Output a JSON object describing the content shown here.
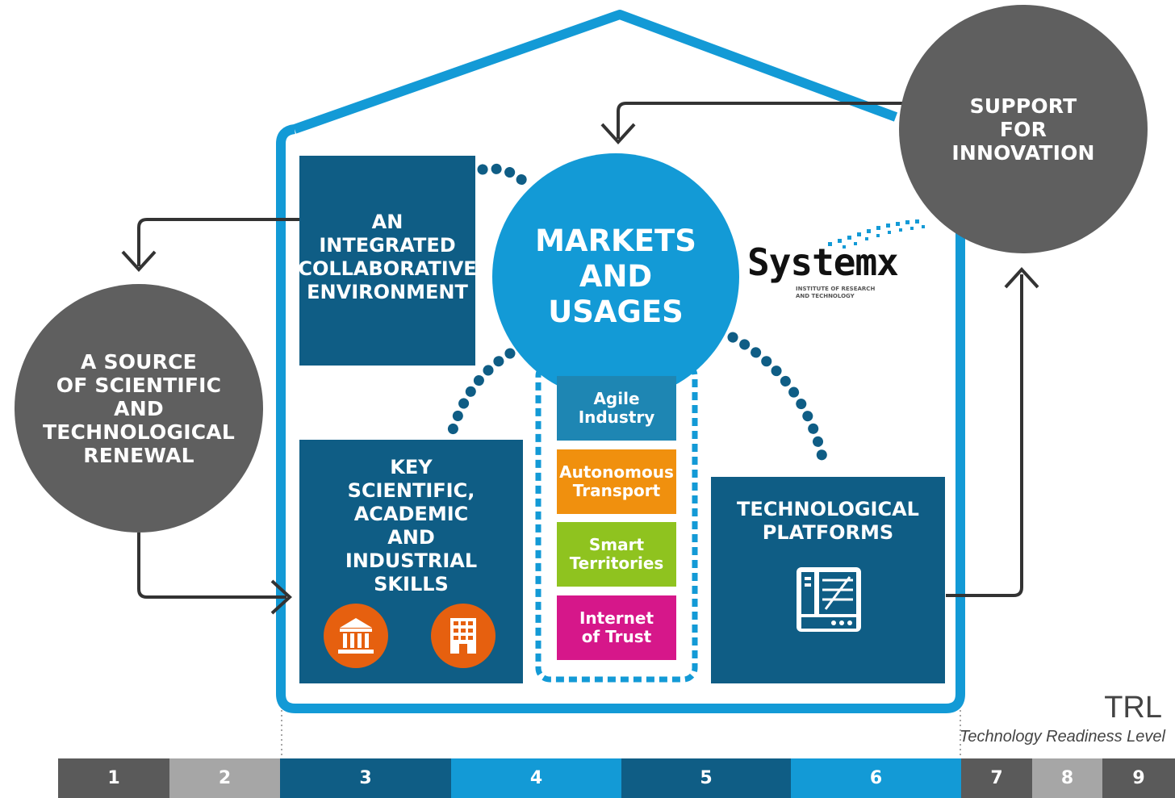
{
  "circles": {
    "source": "A SOURCE\nOF SCIENTIFIC\nAND\nTECHNOLOGICAL\nRENEWAL",
    "support": "SUPPORT\nFOR\nINNOVATION"
  },
  "boxes": {
    "integrated": "AN\nINTEGRATED\nCOLLABORATIVE\nENVIRONMENT",
    "key_skills": "KEY\nSCIENTIFIC,\nACADEMIC\nAND\nINDUSTRIAL\nSKILLS",
    "platforms": "TECHNOLOGICAL\nPLATFORMS"
  },
  "markets": "MARKETS\nAND\nUSAGES",
  "usages": [
    {
      "label": "Agile\nIndustry",
      "color": "#1e86b3"
    },
    {
      "label": "Autonomous\nTransport",
      "color": "#f0900e"
    },
    {
      "label": "Smart\nTerritories",
      "color": "#8fc31f"
    },
    {
      "label": "Internet\nof Trust",
      "color": "#d6178a"
    }
  ],
  "logo": {
    "name": "Systemx",
    "tagline": "INSTITUTE OF RESEARCH\nAND TECHNOLOGY"
  },
  "trl": {
    "title": "TRL",
    "subtitle": "Technology Readiness Level",
    "levels": [
      "1",
      "2",
      "3",
      "4",
      "5",
      "6",
      "7",
      "8",
      "9"
    ]
  },
  "colors": {
    "house_outline": "#139ad6",
    "dark_blue": "#0f5d85",
    "gray": "#5f5f5f",
    "orange": "#e6600f"
  }
}
